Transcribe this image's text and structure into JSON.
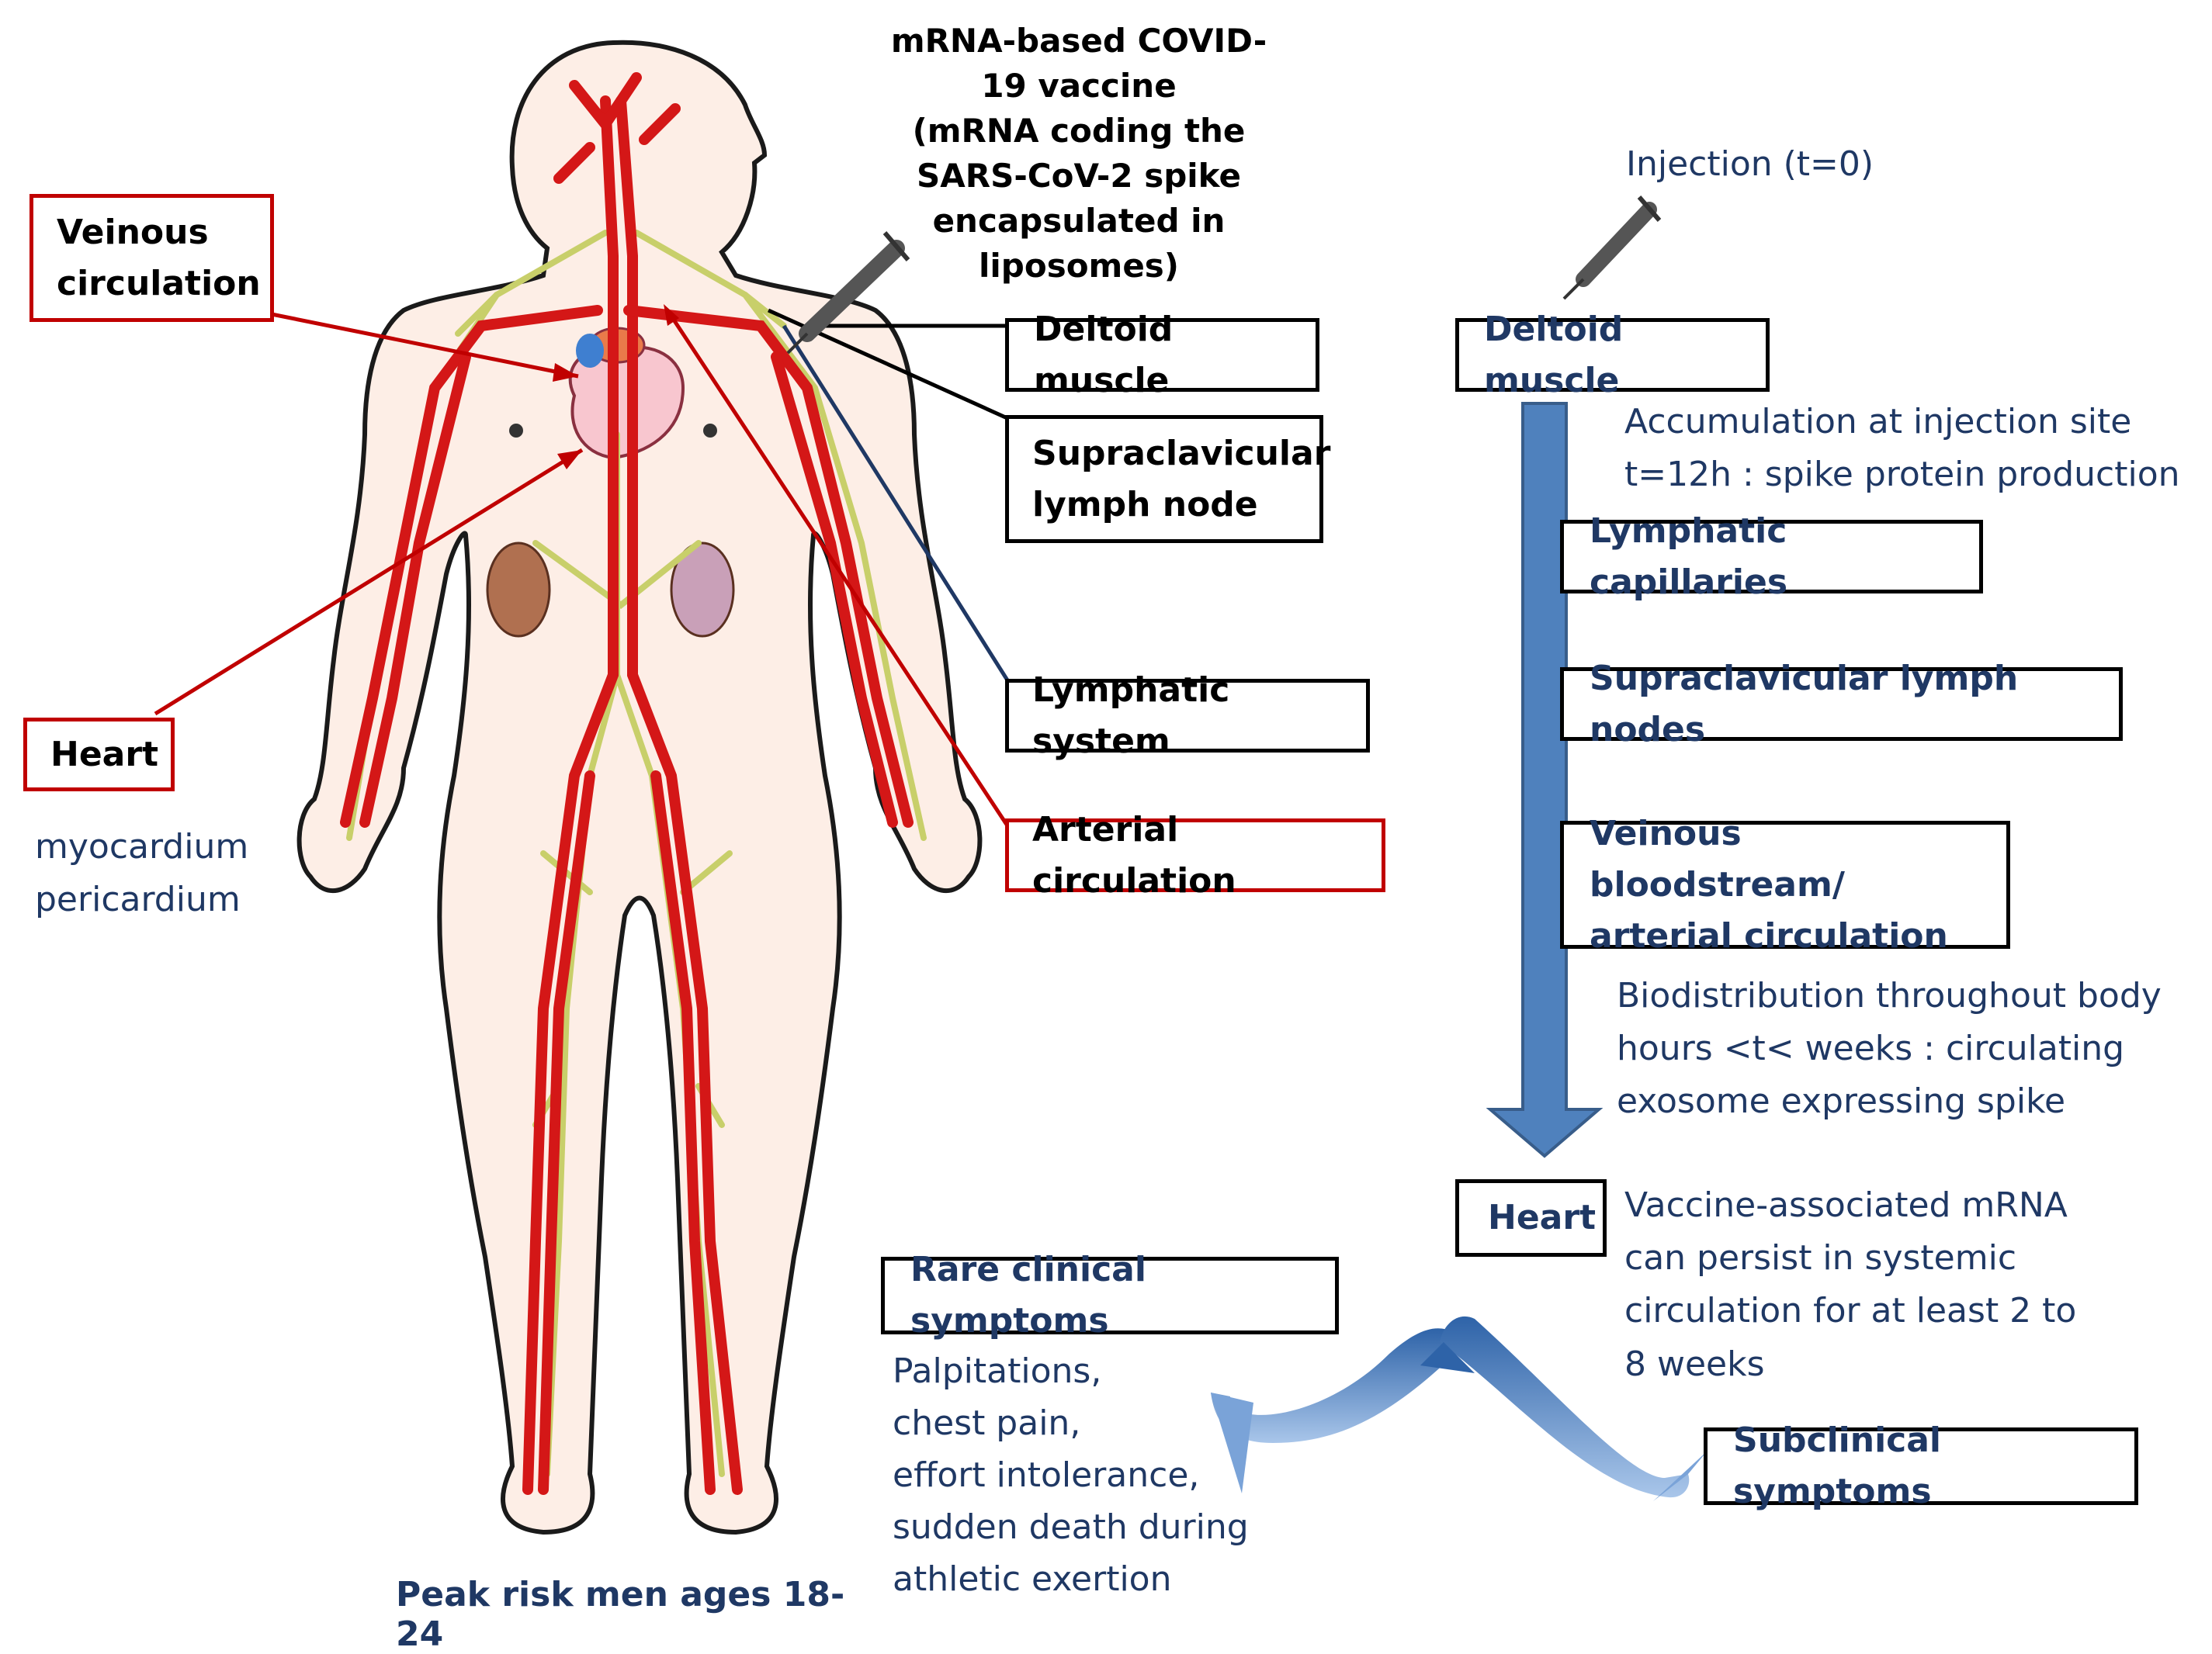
{
  "vaccine_note": "mRNA-based COVID-\n19 vaccine\n(mRNA coding the\nSARS-CoV-2 spike\nencapsulated in\nliposomes)",
  "left_labels": {
    "veinous": "Veinous\ncirculation",
    "heart": "Heart",
    "heart_sub": "myocardium\npericardium",
    "deltoid": "Deltoid muscle",
    "supraclavicular": "Supraclavicular\nlymph node",
    "lymphatic": "Lymphatic system",
    "arterial": "Arterial circulation",
    "peak_risk": "Peak risk men ages 18-24"
  },
  "timeline": {
    "injection": "Injection (t=0)",
    "deltoid": "Deltoid muscle",
    "accumulation": "Accumulation at injection site\nt=12h : spike protein production",
    "lymph_capillaries": "Lymphatic capillaries",
    "supraclavicular_nodes": "Supraclavicular lymph nodes",
    "veinous_bloodstream": "Veinous bloodstream/\narterial circulation",
    "biodistribution": "Biodistribution throughout body\nhours <t< weeks : circulating\nexosome expressing spike",
    "heart": "Heart",
    "persist_note": "Vaccine-associated mRNA\ncan persist in systemic\ncirculation for at least 2 to\n8 weeks"
  },
  "outcomes": {
    "rare": "Rare clinical symptoms",
    "rare_list": "Palpitations,\nchest pain,\neffort intolerance,\nsudden death during\nathletic exertion",
    "subclinical": "Subclinical symptoms"
  },
  "colors": {
    "red": "#c00000",
    "navy": "#1f3864",
    "arrow_blue": "#4f81bd",
    "lymph_green": "#c8cf6a",
    "skin": "#fdeee6"
  },
  "icons": [
    "human-body-illustration",
    "syringe-icon",
    "flow-arrow",
    "split-arrow"
  ]
}
